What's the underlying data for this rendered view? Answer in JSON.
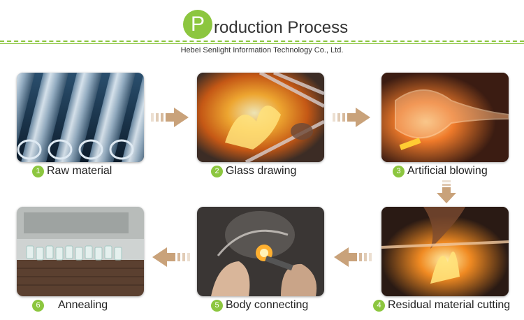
{
  "header": {
    "logo_letter": "P",
    "title_rest": "roduction Process",
    "subtitle": "Hebei Senlight Information Technology Co., Ltd."
  },
  "steps": [
    {
      "number": "1",
      "label": "Raw material",
      "image": "glass-tubes"
    },
    {
      "number": "2",
      "label": "Glass drawing",
      "image": "flame-drawing"
    },
    {
      "number": "3",
      "label": "Artificial blowing",
      "image": "glass-blowing"
    },
    {
      "number": "4",
      "label": "Residual material cutting",
      "image": "flame-cutting"
    },
    {
      "number": "5",
      "label": "Body connecting",
      "image": "hands-torch"
    },
    {
      "number": "6",
      "label": "Annealing",
      "image": "annealing-oven"
    }
  ],
  "colors": {
    "accent": "#8cc63f",
    "arrow": "#c9a27a"
  }
}
